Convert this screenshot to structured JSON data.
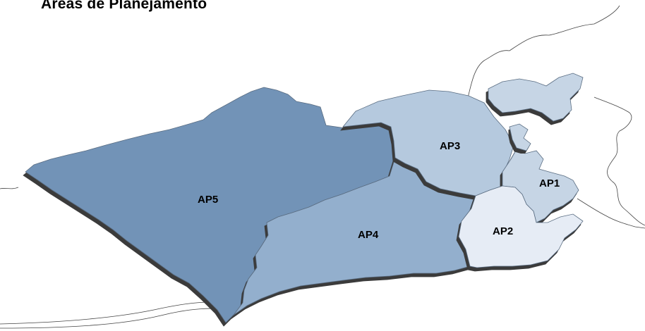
{
  "title": "Áreas de Planejamento",
  "regions": [
    {
      "id": "AP1",
      "label": "AP1",
      "color": "#c6d5e5"
    },
    {
      "id": "AP2",
      "label": "AP2",
      "color": "#e6ecf5"
    },
    {
      "id": "AP3",
      "label": "AP3",
      "color": "#b5c9de"
    },
    {
      "id": "AP4",
      "label": "AP4",
      "color": "#93afcd"
    },
    {
      "id": "AP5",
      "label": "AP5",
      "color": "#7293b7"
    }
  ],
  "colors": {
    "shadow": "#3a3a3a",
    "outline": "#5a6d82",
    "coast": "#444444"
  }
}
